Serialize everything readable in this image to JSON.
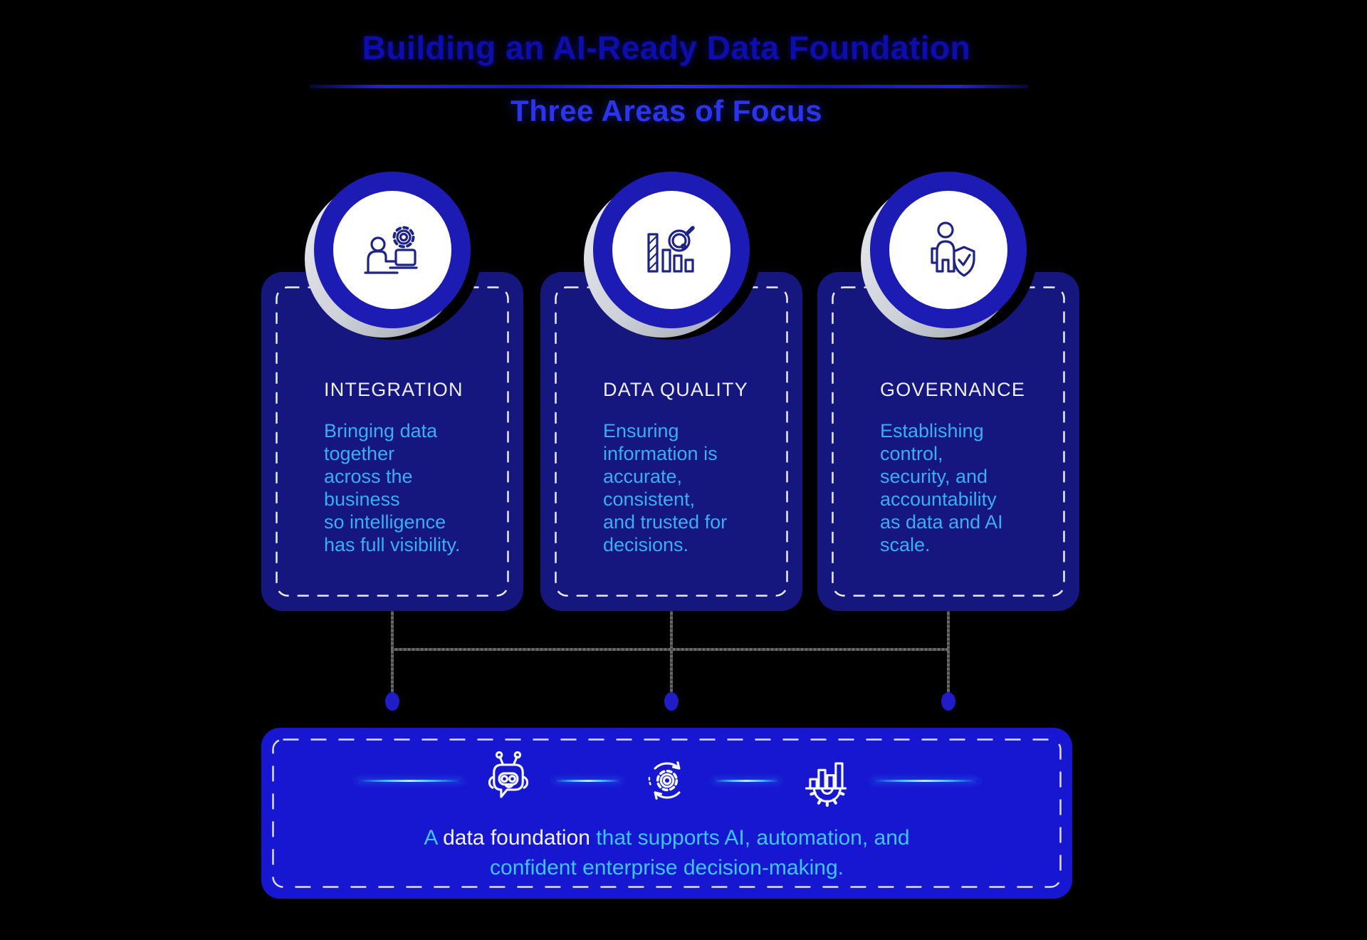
{
  "header": {
    "title": "Building an AI-Ready Data Foundation",
    "subtitle": "Three Areas of Focus"
  },
  "cards": [
    {
      "title": "INTEGRATION",
      "icon": "person-laptop-gear-icon",
      "lines": [
        "Bringing data",
        "together",
        "across the",
        "business",
        "so intelligence",
        "has full visibility."
      ]
    },
    {
      "title": "DATA QUALITY",
      "icon": "bar-chart-magnifier-icon",
      "lines": [
        "Ensuring",
        "information is",
        "accurate,",
        "consistent,",
        "and trusted for",
        "decisions."
      ]
    },
    {
      "title": "GOVERNANCE",
      "icon": "person-shield-check-icon",
      "lines": [
        "Establishing",
        "control,",
        "security, and",
        "accountability",
        "as data and AI",
        "scale."
      ]
    }
  ],
  "banner": {
    "icons": [
      "robot-icon",
      "gear-sync-icon",
      "chart-gear-icon"
    ],
    "text": {
      "lead": "A",
      "highlight": "data foundation",
      "rest": "that supports AI, automation, and",
      "line2": "confident enterprise decision-making."
    }
  },
  "colors": {
    "background": "#000000",
    "title_blue": "#0d0dac",
    "subtitle_blue": "#2a35ea",
    "card_navy": "#16167f",
    "circle_ring_blue": "#1c1bb4",
    "banner_blue": "#1717d2",
    "body_cyan": "#3aaef0",
    "banner_cyan": "#3cc6f4",
    "divider_cyan": "#2fd4ff",
    "icon_navy": "#1e2486",
    "connector_gray": "#5a5a5a",
    "dot_blue": "#1f1cc8"
  }
}
